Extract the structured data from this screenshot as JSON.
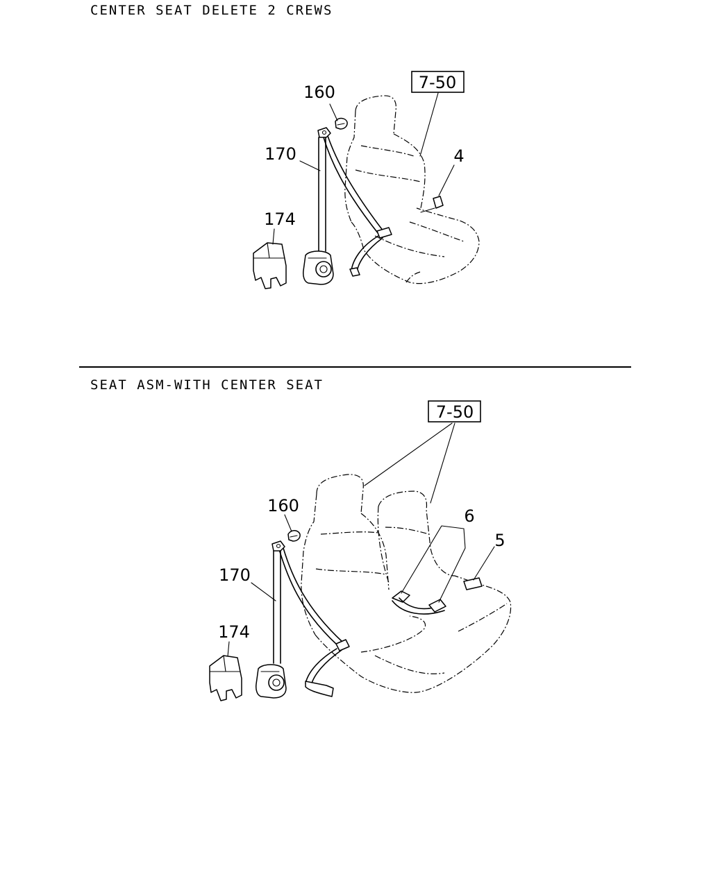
{
  "sections": [
    {
      "title": "CENTER SEAT DELETE 2 CREWS",
      "callouts": {
        "ref_box": "7-50",
        "part_160": "160",
        "part_170": "170",
        "part_174": "174",
        "part_4": "4"
      }
    },
    {
      "title": "SEAT ASM-WITH CENTER SEAT",
      "callouts": {
        "ref_box": "7-50",
        "part_160": "160",
        "part_170": "170",
        "part_174": "174",
        "part_6": "6",
        "part_5": "5"
      }
    }
  ]
}
